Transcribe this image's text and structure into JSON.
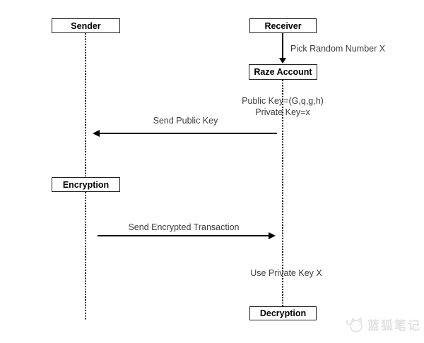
{
  "diagram": {
    "actors": {
      "sender": "Sender",
      "receiver": "Receiver"
    },
    "nodes": {
      "raze_account": "Raze Account",
      "encryption": "Encryption",
      "decryption": "Decryption"
    },
    "messages": {
      "pick_random_number": "Pick Random Number X",
      "public_key": "Public Key=(G,q,g,h)",
      "private_key": "Private Key=x",
      "send_public_key": "Send Public Key",
      "send_encrypted_transaction": "Send Encrypted Transaction",
      "use_private_key": "Use Private Key X"
    },
    "watermark": "蓝狐笔记",
    "colors": {
      "background": "#ffffff",
      "line": "#000000",
      "box_border": "#1f1f1f",
      "box_text": "#000000",
      "label_text": "#3c3c3c",
      "watermark": "#e1e1e1"
    }
  }
}
